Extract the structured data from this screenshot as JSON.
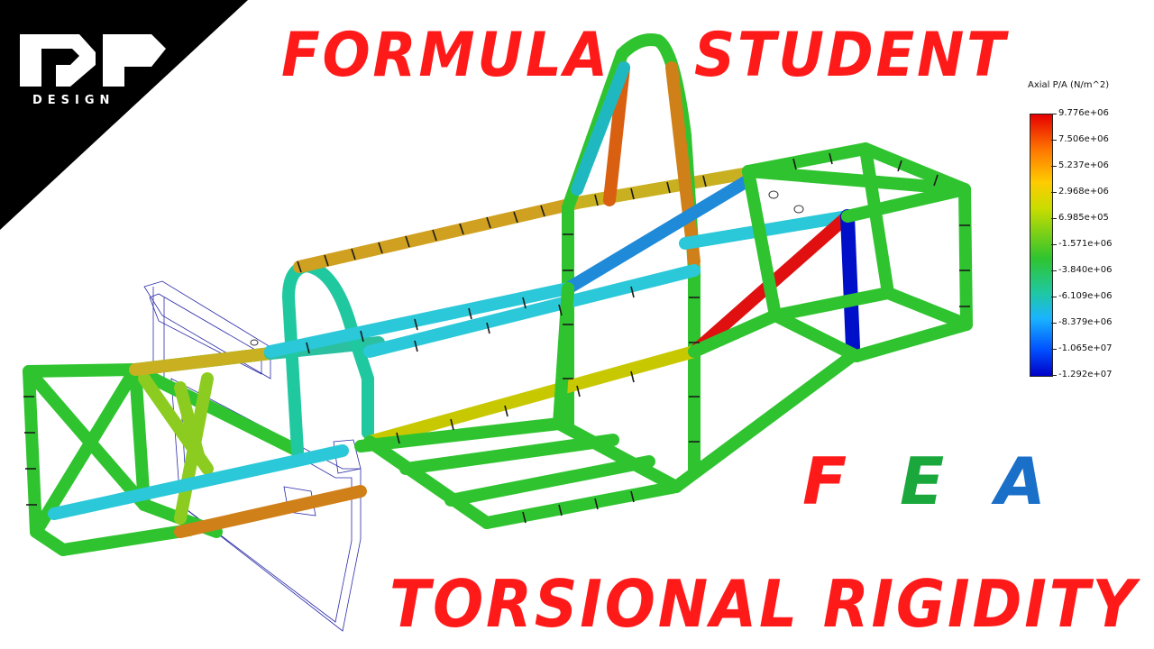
{
  "logo": {
    "text": "DESIGN"
  },
  "headline": {
    "top_left": "FORMULA",
    "top_right": "STUDENT",
    "bottom": "TORSIONAL RIGIDITY"
  },
  "fea": {
    "letters": [
      "F",
      "E",
      "A"
    ],
    "colors": [
      "#ff1a1a",
      "#1aa83c",
      "#1a6fc8"
    ]
  },
  "legend": {
    "title": "Axial P/A (N/m^2)",
    "labels": [
      "9.776e+06",
      "7.506e+06",
      "5.237e+06",
      "2.968e+06",
      "6.985e+05",
      "-1.571e+06",
      "-3.840e+06",
      "-6.109e+06",
      "-8.379e+06",
      "-1.065e+07",
      "-1.292e+07"
    ]
  },
  "colors": {
    "headline": "#ff1a1a",
    "logo_background": "#000000",
    "tube_green": "#2fc42f",
    "tube_yellow": "#c8c800",
    "tube_orange": "#d8860a",
    "tube_red": "#e01010",
    "tube_cyan": "#2ac8d8",
    "tube_blue": "#1f6fd8",
    "tube_dark_blue": "#0010c8"
  }
}
